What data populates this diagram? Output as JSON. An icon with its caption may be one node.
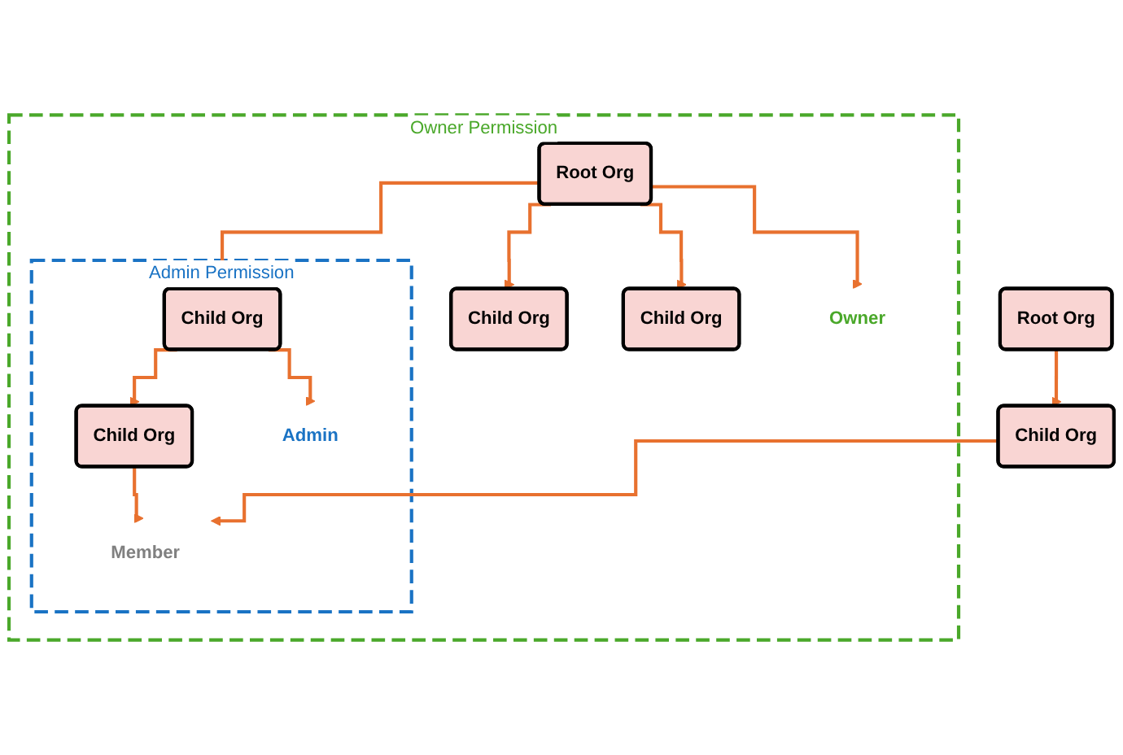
{
  "diagram": {
    "nodes": [
      {
        "text": [
          "Owner Permission"
        ]
      },
      {
        "text": [
          "Root Org"
        ],
        "in": 0
      },
      {
        "text": [
          "Admin Permission"
        ],
        "in": 0
      },
      {
        "text": [
          "Child Org"
        ],
        "in": 2
      },
      {
        "text": [
          "Child Org"
        ],
        "in": 0
      },
      {
        "text": [
          "Child Org"
        ],
        "in": 0
      },
      {
        "text": [
          "Child Org"
        ],
        "in": 2
      },
      {
        "text": [
          "Owner"
        ],
        "in": 0
      },
      {
        "text": [
          "Admin"
        ],
        "in": 2
      },
      {
        "text": [
          "Member"
        ],
        "in": 2
      },
      {
        "text": [
          "Root Org"
        ]
      },
      {
        "text": [
          "Child Org"
        ]
      }
    ],
    "edges": [
      {
        "from": 1,
        "to": 7,
        "arrow": "to"
      },
      {
        "from": 1,
        "to": 3,
        "arrow": "to"
      },
      {
        "from": 1,
        "to": 4,
        "arrow": "to"
      },
      {
        "from": 1,
        "to": 5,
        "arrow": "to"
      },
      {
        "from": 3,
        "to": 8,
        "arrow": "to"
      },
      {
        "from": 3,
        "to": 6,
        "arrow": "to"
      },
      {
        "from": 6,
        "to": 9,
        "arrow": "to"
      },
      {
        "from": 10,
        "to": 11,
        "arrow": "to"
      },
      {
        "from": 11,
        "to": 9,
        "arrow": "to"
      }
    ]
  }
}
